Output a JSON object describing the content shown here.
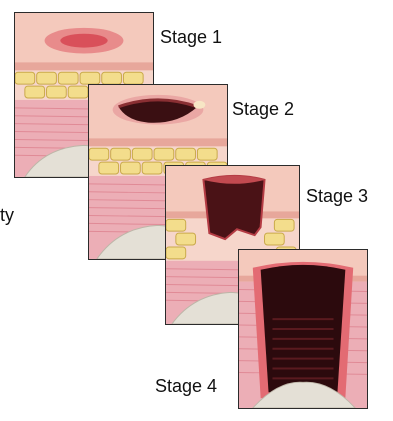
{
  "stages": [
    {
      "label": "Stage 1"
    },
    {
      "label": "Stage 2"
    },
    {
      "label": "Stage 3"
    },
    {
      "label": "Stage 4"
    }
  ],
  "edge_fragment": "ty",
  "colors": {
    "skin": "#f4c9bc",
    "epidermis": "#e8a59a",
    "fat": "#f3dd8c",
    "fat_outline": "#c9a94a",
    "muscle": "#ecaeb6",
    "bone": "#e4e0d6",
    "wound": "#3a0f12",
    "redness": "#d9505a"
  }
}
